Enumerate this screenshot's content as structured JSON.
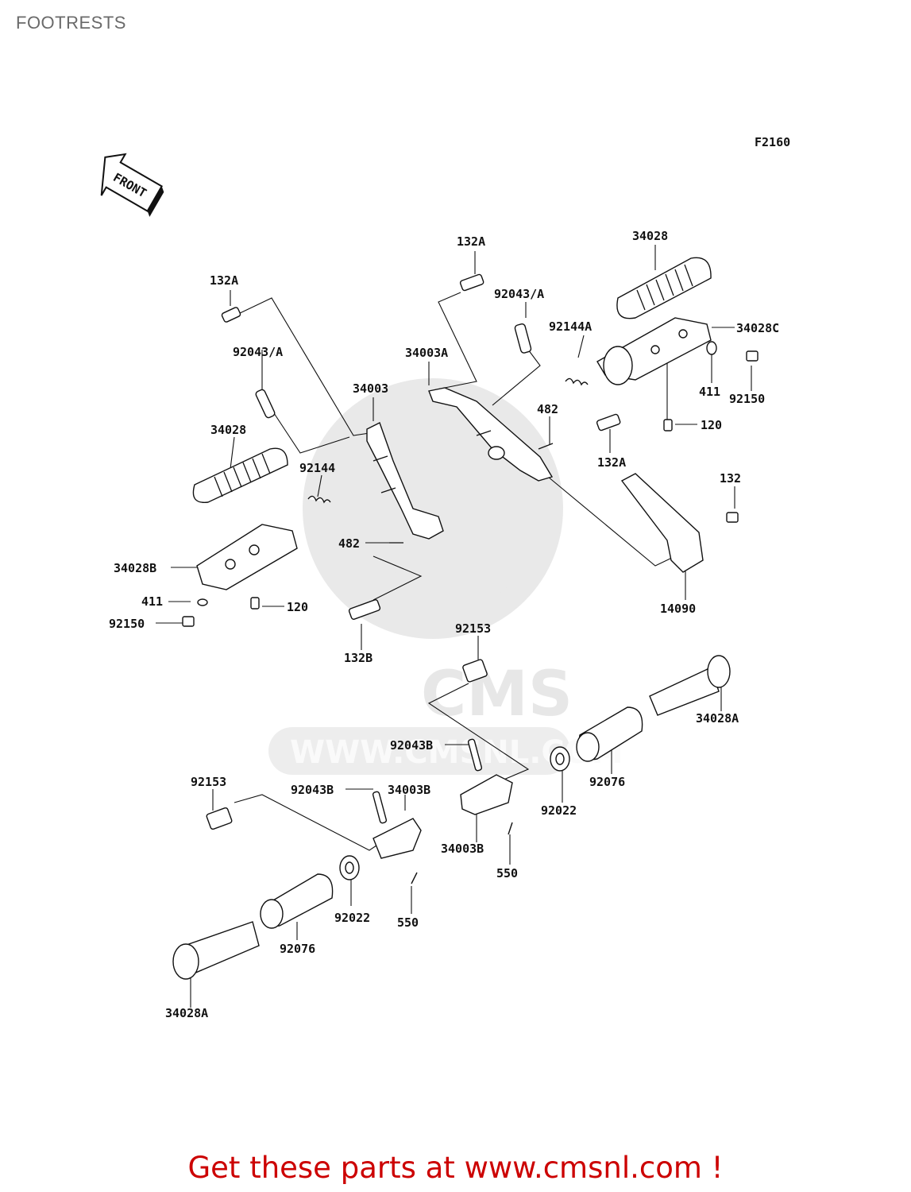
{
  "page": {
    "title": "FOOTRESTS"
  },
  "figure_code": "F2160",
  "front_arrow": "FRONT",
  "watermark": {
    "logo_text": "CMS",
    "url_text": "WWW.CMSNL.COM"
  },
  "labels": {
    "p132a_top": "132A",
    "p132a_left": "132A",
    "p132a_right": "132A",
    "p92043a_left": "92043/A",
    "p92043a_right": "92043/A",
    "p34028_left": "34028",
    "p34028_right": "34028",
    "p34003a": "34003A",
    "p34003": "34003",
    "p92144": "92144",
    "p92144a": "92144A",
    "p34028c": "34028C",
    "p411_right": "411",
    "p92150_right": "92150",
    "p120_right": "120",
    "p482_right": "482",
    "p482_left": "482",
    "p132": "132",
    "p14090": "14090",
    "p34028b": "34028B",
    "p411_left": "411",
    "p92150_left": "92150",
    "p120_left": "120",
    "p132b": "132B",
    "p92153_right": "92153",
    "p34028a_right": "34028A",
    "p92043b_right": "92043B",
    "p92076_right": "92076",
    "p92022_right": "92022",
    "p34003b_right": "34003B",
    "p550_right": "550",
    "p92153_left": "92153",
    "p92043b_left": "92043B",
    "p34003b_left": "34003B",
    "p92022_left": "92022",
    "p550_left": "550",
    "p92076_left": "92076",
    "p34028a_left": "34028A"
  },
  "footer": {
    "text": "Get these parts at www.cmsnl.com !"
  },
  "colors": {
    "footer": "#cc0000",
    "title": "#6a6a6a",
    "watermark": "#e6e6e6",
    "line": "#111111"
  }
}
